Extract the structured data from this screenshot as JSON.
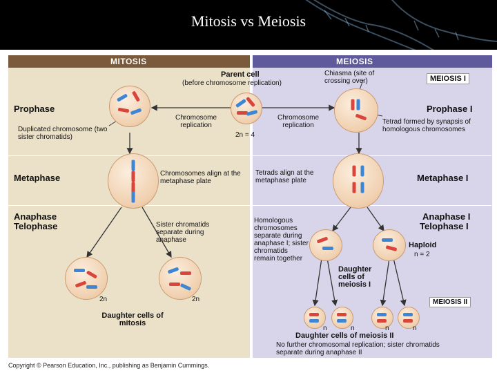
{
  "slide": {
    "title": "Mitosis vs Meiosis"
  },
  "panels": {
    "mitosis": "MITOSIS",
    "meiosis": "MEIOSIS"
  },
  "labels": {
    "parent_cell": "Parent cell",
    "before_replication": "(before chromosome replication)",
    "chiasma": "Chiasma (site of crossing over)",
    "meiosis_i": "MEIOSIS I",
    "prophase": "Prophase",
    "prophase_i": "Prophase I",
    "duplicated_chromosome": "Duplicated chromosome (two sister chromatids)",
    "chromosome_replication_left": "Chromosome replication",
    "chromosome_replication_right": "Chromosome replication",
    "two_n": "2n = 4",
    "tetrad_formed": "Tetrad formed by synapsis of homologous chromosomes",
    "metaphase": "Metaphase",
    "chromosomes_align": "Chromosomes align at the metaphase plate",
    "tetrads_align": "Tetrads align at the metaphase plate",
    "metaphase_i": "Metaphase I",
    "anaphase": "Anaphase",
    "telophase": "Telophase",
    "sister_chromatids_separate": "Sister chromatids separate during anaphase",
    "homologous_separate": "Homologous chromosomes separate during anaphase I; sister chromatids remain together",
    "anaphase_i": "Anaphase I",
    "telophase_i": "Telophase I",
    "haploid": "Haploid",
    "n_equals_2": "n = 2",
    "daughter_cells_meiosis_i": "Daughter cells of meiosis I",
    "two_n_left": "2n",
    "two_n_right": "2n",
    "daughter_cells_mitosis": "Daughter cells of mitosis",
    "meiosis_ii": "MEIOSIS II",
    "n1": "n",
    "n2": "n",
    "n3": "n",
    "n4": "n",
    "daughter_cells_meiosis_ii": "Daughter cells of meiosis II",
    "no_further_replication": "No further chromosomal replication; sister chromatids separate during anaphase II"
  },
  "footer": {
    "copyright": "Copyright © Pearson Education, Inc., publishing as Benjamin Cummings."
  }
}
